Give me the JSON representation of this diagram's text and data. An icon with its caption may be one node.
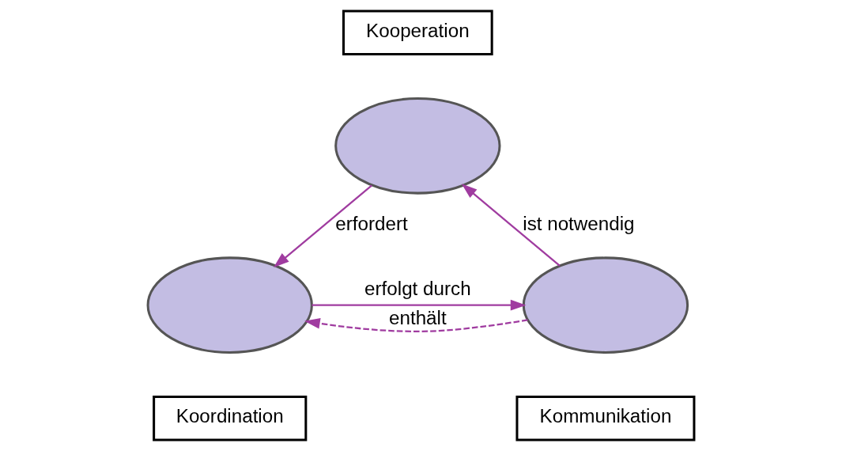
{
  "diagram": {
    "nodes": [
      {
        "text": [
          "Kooperation"
        ]
      },
      {
        "text": [],
        "shape": "ellipse"
      },
      {
        "text": [],
        "shape": "ellipse"
      },
      {
        "text": [],
        "shape": "ellipse"
      },
      {
        "text": [
          "Koordination"
        ]
      },
      {
        "text": [
          "Kommunikation"
        ]
      }
    ],
    "edges": [
      {
        "from": 1,
        "to": 2,
        "arrow": "to",
        "label": "erfordert"
      },
      {
        "from": 2,
        "to": 3,
        "arrow": "to",
        "label": "erfolgt durch"
      },
      {
        "from": 3,
        "to": 1,
        "arrow": "to",
        "label": "ist notwendig"
      },
      {
        "from": 3,
        "to": 2,
        "arrow": "to",
        "label": "enthält",
        "style": "dashed"
      }
    ]
  }
}
